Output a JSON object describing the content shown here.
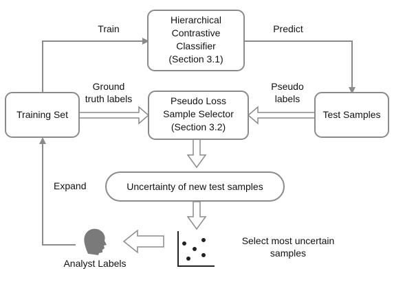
{
  "nodes": {
    "classifier": [
      "Hierarchical",
      "Contrastive",
      "Classifier",
      "(Section 3.1)"
    ],
    "training_set": "Training Set",
    "selector": [
      "Pseudo Loss",
      "Sample Selector",
      "(Section 3.2)"
    ],
    "test_samples": "Test Samples",
    "uncertainty": "Uncertainty of new test samples"
  },
  "edge_labels": {
    "train": "Train",
    "predict": "Predict",
    "ground_truth": [
      "Ground",
      "truth labels"
    ],
    "pseudo": [
      "Pseudo",
      "labels"
    ],
    "expand": "Expand",
    "analyst": "Analyst Labels",
    "select": [
      "Select most uncertain",
      "samples"
    ]
  },
  "icons": {
    "analyst": "person-head-icon",
    "scatter": "scatter-plot-icon"
  },
  "colors": {
    "border": "#8a8a8a",
    "arrow": "#8a8a8a",
    "icon": "#7a7a7a",
    "text": "#111111"
  }
}
